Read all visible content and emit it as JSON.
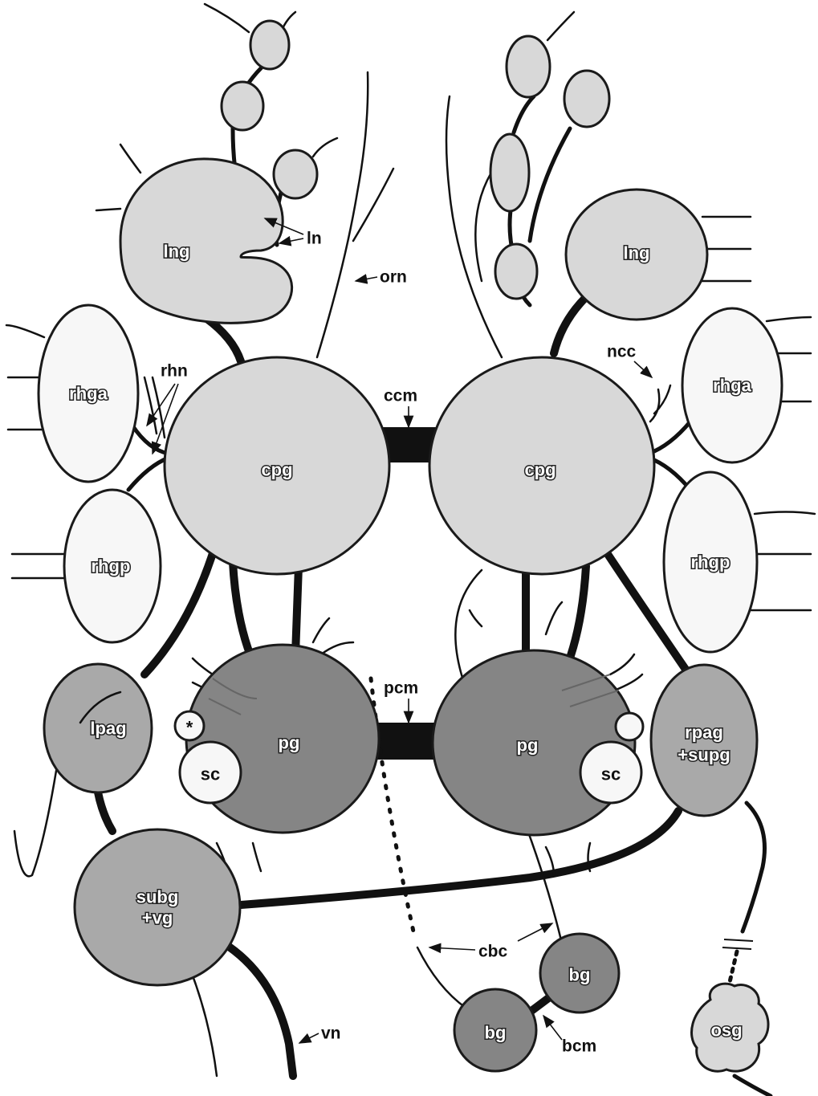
{
  "labels": {
    "lng": "lng",
    "ln": "ln",
    "orn": "orn",
    "rhga": "rhga",
    "rhgp": "rhgp",
    "rhn": "rhn",
    "ccm": "ccm",
    "ncc": "ncc",
    "cpg": "cpg",
    "pcm": "pcm",
    "lpag": "lpag",
    "pg": "pg",
    "sc": "sc",
    "asterisk": "*",
    "rpag_line1": "rpag",
    "rpag_line2": "+supg",
    "subg_line1": "subg",
    "subg_line2": "+vg",
    "cbc": "cbc",
    "bg": "bg",
    "bcm": "bcm",
    "vn": "vn",
    "osg": "osg"
  },
  "colors": {
    "light_ganglion": "#d8d8d8",
    "white_ganglion": "#f7f7f7",
    "mid_ganglion": "#a9a9a9",
    "dark_ganglion": "#858585"
  }
}
